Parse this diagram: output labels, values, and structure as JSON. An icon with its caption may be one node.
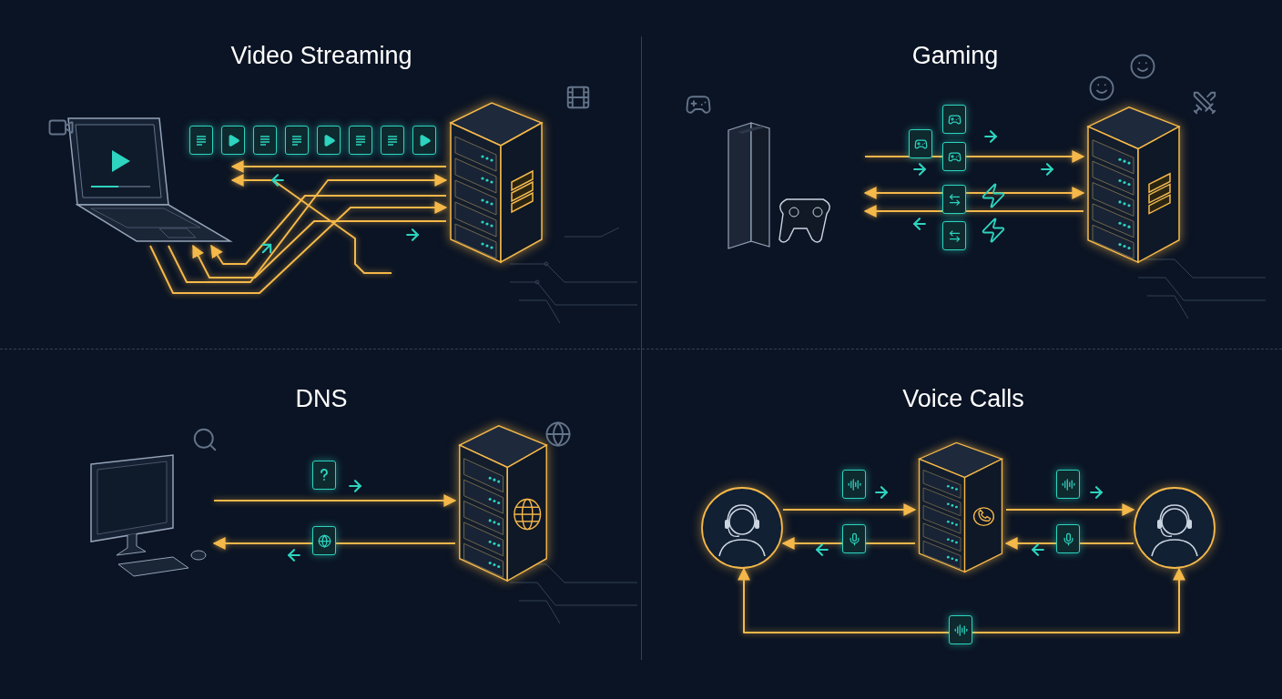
{
  "diagram": {
    "nodes": [
      {
        "text": [],
        "shape": "picture"
      },
      {
        "text": [],
        "shape": "picture"
      },
      {
        "text": [],
        "shape": "picture"
      },
      {
        "text": [],
        "shape": "picture"
      },
      {
        "text": [],
        "shape": "picture"
      },
      {
        "text": [],
        "shape": "picture"
      },
      {
        "text": [],
        "shape": "person"
      },
      {
        "text": [],
        "shape": "picture"
      },
      {
        "text": [],
        "shape": "person"
      }
    ],
    "edges": [
      {
        "from": 1,
        "to": 0,
        "arrow": "to"
      },
      {
        "from": null,
        "to": 0,
        "arrow": "to"
      },
      {
        "from": 0,
        "to": 1,
        "arrow": "to"
      },
      {
        "from": 0,
        "to": 1,
        "arrow": "to"
      },
      {
        "from": 1,
        "to": 0,
        "arrow": "to"
      },
      {
        "from": 1,
        "to": 0,
        "arrow": "to"
      },
      {
        "from": 2,
        "to": 3,
        "arrow": "to"
      },
      {
        "from": 2,
        "to": 3,
        "arrow": "both"
      },
      {
        "from": 3,
        "to": 2,
        "arrow": "to"
      },
      {
        "from": 4,
        "to": 5,
        "arrow": "to"
      },
      {
        "from": 5,
        "to": 4,
        "arrow": "to"
      },
      {
        "from": 6,
        "to": 7,
        "arrow": "to"
      },
      {
        "from": 7,
        "to": 6,
        "arrow": "to"
      },
      {
        "from": 7,
        "to": 8,
        "arrow": "to"
      },
      {
        "from": 8,
        "to": 7,
        "arrow": "to"
      },
      {
        "from": 6,
        "to": 8,
        "arrow": "both"
      }
    ],
    "labels": [
      "Video Streaming",
      "Gaming",
      "DNS",
      "Voice Calls"
    ]
  }
}
